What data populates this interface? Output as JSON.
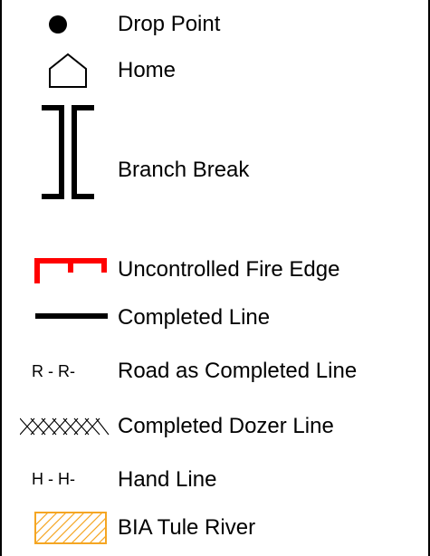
{
  "legend": {
    "items": [
      {
        "id": "drop-point",
        "label": "Drop Point",
        "icon": "filled-circle-icon"
      },
      {
        "id": "home",
        "label": "Home",
        "icon": "house-outline-icon"
      },
      {
        "id": "branch-break",
        "label": "Branch Break",
        "icon": "branch-break-bracket-icon"
      },
      {
        "id": "uncontrolled-fire-edge",
        "label": "Uncontrolled Fire Edge",
        "icon": "red-ticked-line-icon",
        "color": "#ff0000"
      },
      {
        "id": "completed-line",
        "label": "Completed Line",
        "icon": "thick-black-line-icon",
        "color": "#000000"
      },
      {
        "id": "road-completed-line",
        "label": "Road as Completed Line",
        "icon": "r-dash-r-line-icon",
        "symbol_text": "R - R-"
      },
      {
        "id": "completed-dozer-line",
        "label": "Completed Dozer Line",
        "icon": "crosshatch-x-line-icon"
      },
      {
        "id": "hand-line",
        "label": "Hand Line",
        "icon": "h-dash-h-line-icon",
        "symbol_text": "H - H-"
      },
      {
        "id": "bia-tule-river",
        "label": "BIA Tule River",
        "icon": "orange-hatched-box-icon",
        "color": "#f5a623"
      }
    ]
  }
}
